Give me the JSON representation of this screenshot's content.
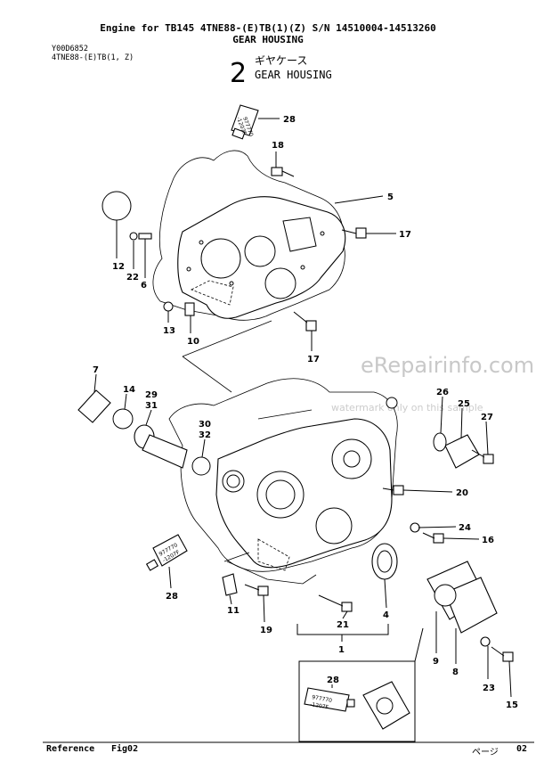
{
  "header": {
    "line1": "Engine for TB145  4TNE88-(E)TB(1)(Z)  S/N 14510004-14513260",
    "line2": "GEAR HOUSING"
  },
  "meta": {
    "code": "Y00D6852",
    "model": "4TNE88-(E)TB(1, Z)"
  },
  "section": {
    "number": "2",
    "title_jp": "ギヤケース",
    "title_en": "GEAR HOUSING"
  },
  "watermark": {
    "brand": "eRepairinfo.com",
    "note": "watermark only on this sample"
  },
  "footer": {
    "reference": "Reference",
    "fig": "Fig02",
    "page_label": "ページ",
    "page_no": "02"
  },
  "tube": {
    "text1": "977770",
    "text2": "-1207F"
  },
  "callouts": {
    "c28a": "28",
    "c18": "18",
    "c5": "5",
    "c17a": "17",
    "c12": "12",
    "c22": "22",
    "c6": "6",
    "c13": "13",
    "c10": "10",
    "c17b": "17",
    "c7": "7",
    "c14": "14",
    "c29": "29",
    "c31": "31",
    "c30": "30",
    "c32": "32",
    "c26": "26",
    "c25": "25",
    "c27": "27",
    "c20": "20",
    "c24": "24",
    "c16": "16",
    "c28b": "28",
    "c11": "11",
    "c19": "19",
    "c21": "21",
    "c4": "4",
    "c1": "1",
    "c9": "9",
    "c8": "8",
    "c28c": "28",
    "c23": "23",
    "c15": "15"
  }
}
